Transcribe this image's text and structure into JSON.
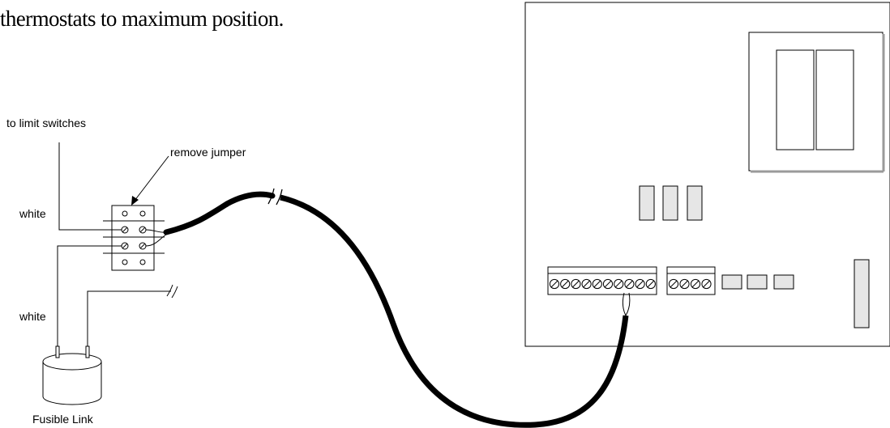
{
  "heading": "thermostats to maximum position.",
  "labels": {
    "to_limit_switches": "to limit switches",
    "remove_jumper": "remove jumper",
    "white_top": "white",
    "white_bottom": "white",
    "fusible_link": "Fusible Link"
  },
  "colors": {
    "line": "#000000",
    "component_fill": "#e6e6e6",
    "board_fill": "#ffffff"
  }
}
